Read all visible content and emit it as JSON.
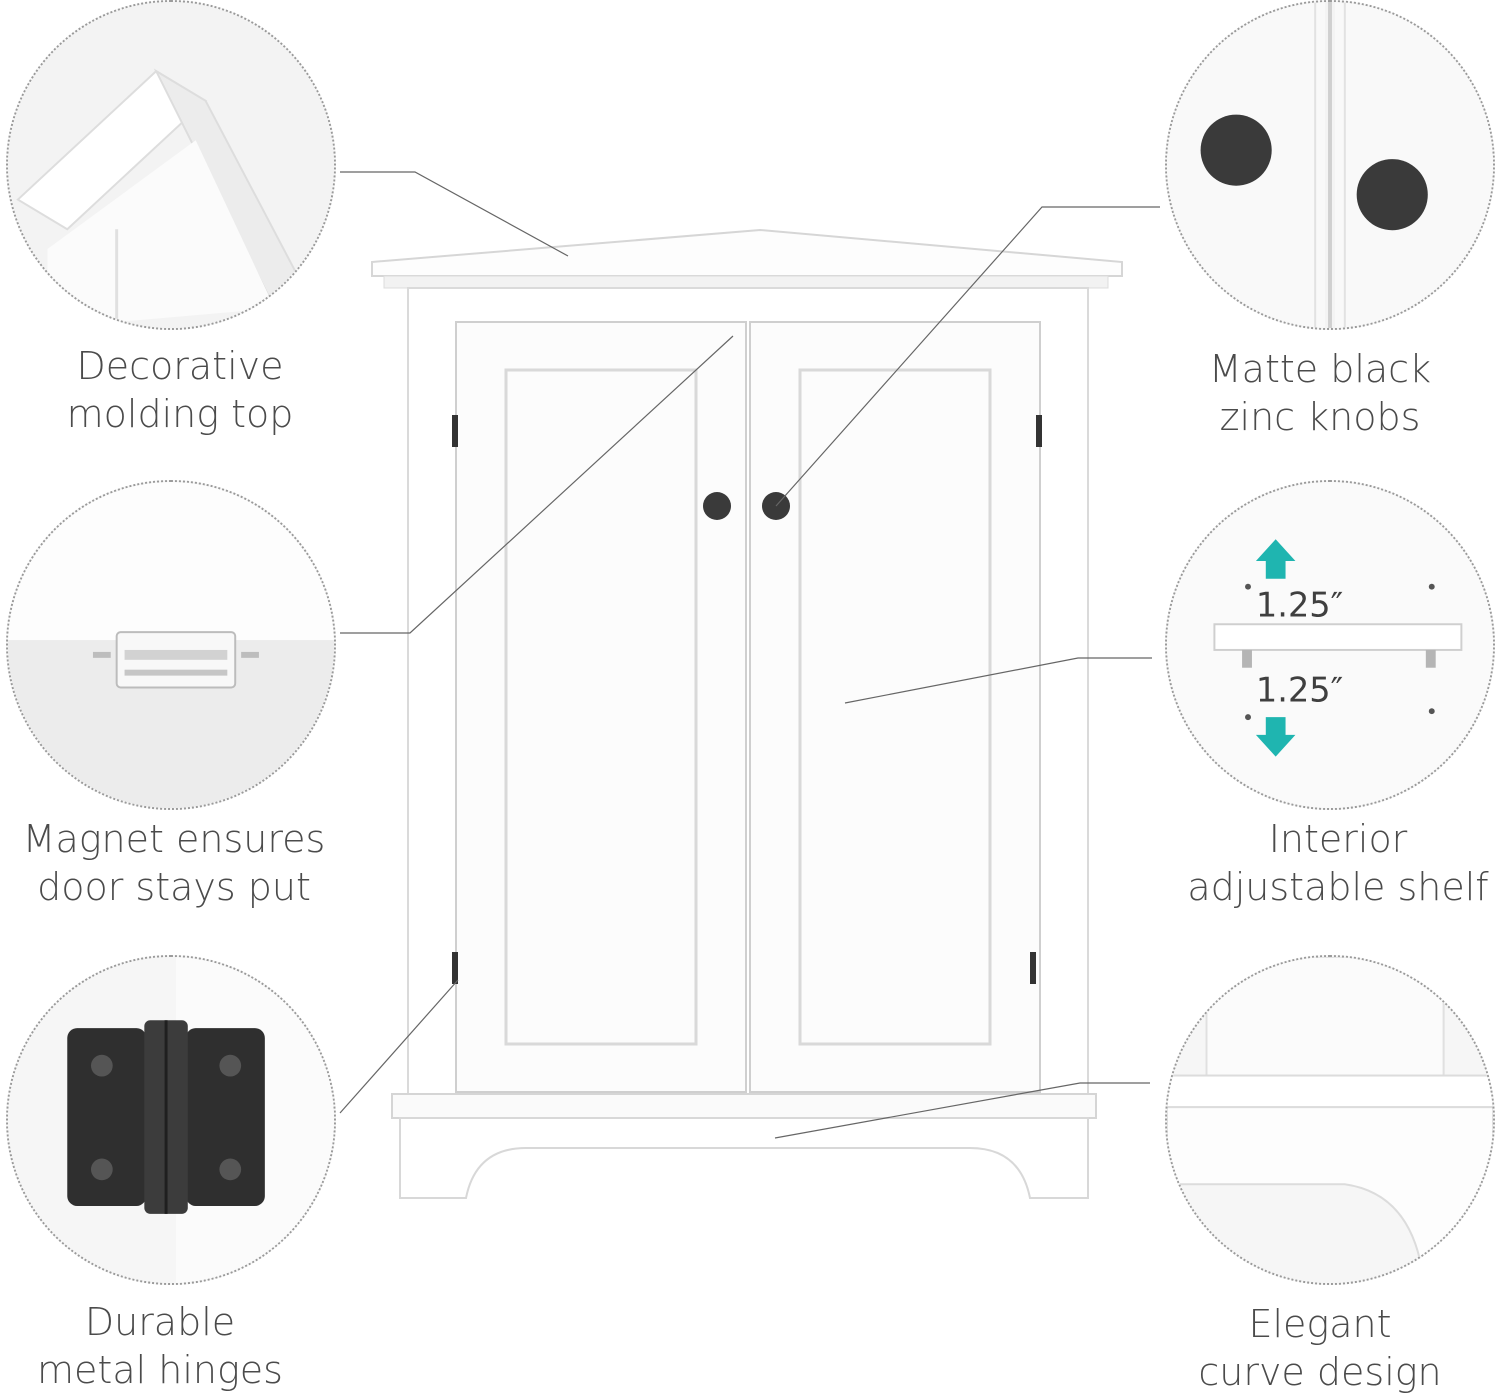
{
  "features": [
    {
      "id": "molding",
      "line1": "Decorative",
      "line2": "molding top"
    },
    {
      "id": "magnet",
      "line1": "Magnet ensures",
      "line2": "door stays put"
    },
    {
      "id": "hinges",
      "line1": "Durable",
      "line2": "metal hinges"
    },
    {
      "id": "knobs",
      "line1": "Matte black",
      "line2": "zinc knobs"
    },
    {
      "id": "shelf",
      "line1": "Interior",
      "line2": "adjustable shelf"
    },
    {
      "id": "curve",
      "line1": "Elegant",
      "line2": "curve design"
    }
  ],
  "shelf_spacing": {
    "upper": "1.25″",
    "lower": "1.25″"
  },
  "colors": {
    "cabinet": "#ffffff",
    "knob": "#3a3a3a",
    "arrow": "#1fb5b0",
    "hinge": "#2f2f2f"
  }
}
